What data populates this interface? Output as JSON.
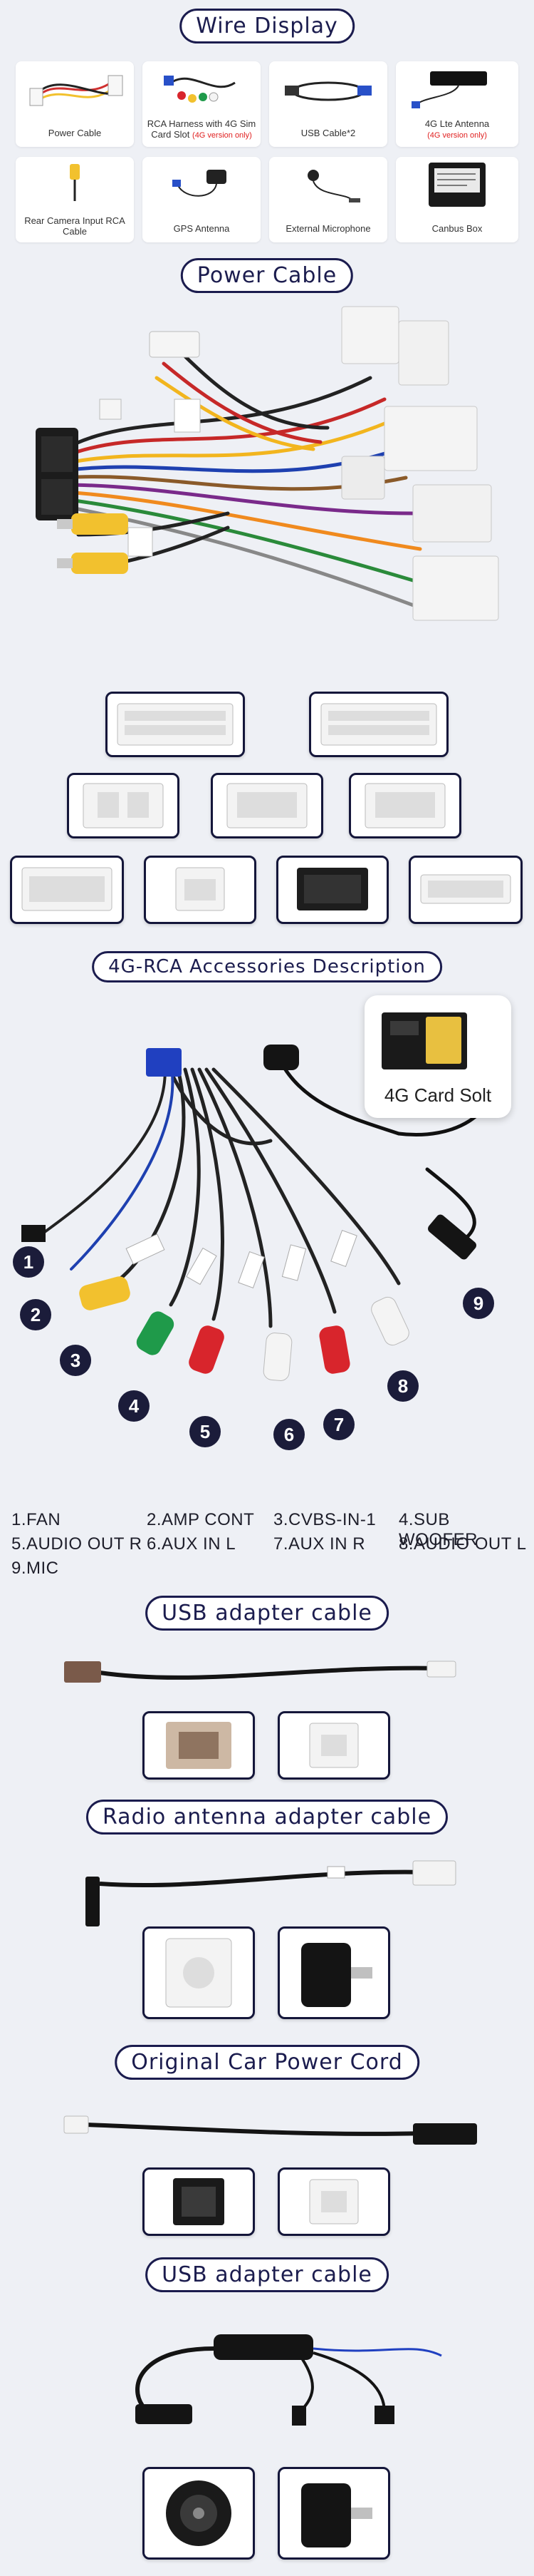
{
  "sections": {
    "wire_display": "Wire Display",
    "power_cable": "Power Cable",
    "rca_description": "4G-RCA Accessories Description",
    "usb_adapter_1": "USB adapter cable",
    "radio_antenna": "Radio antenna adapter cable",
    "original_power": "Original Car Power Cord",
    "usb_adapter_2": "USB adapter cable"
  },
  "wire_items": [
    {
      "label": "Power Cable",
      "note": ""
    },
    {
      "label": "RCA Harness with 4G Sim Card Slot",
      "note": "(4G version only)"
    },
    {
      "label": "USB Cable*2",
      "note": ""
    },
    {
      "label": "4G Lte Antenna",
      "note": "(4G version only)"
    },
    {
      "label": "Rear Camera Input RCA Cable",
      "note": ""
    },
    {
      "label": "GPS Antenna",
      "note": ""
    },
    {
      "label": "External Microphone",
      "note": ""
    },
    {
      "label": "Canbus Box",
      "note": ""
    }
  ],
  "card_slot_label": "4G Card Solt",
  "rca_numbers": [
    "1",
    "2",
    "3",
    "4",
    "5",
    "6",
    "7",
    "8",
    "9"
  ],
  "rca_legend": [
    "1.FAN",
    "2.AMP CONT",
    "3.CVBS-IN-1",
    "4.SUB WOOFER",
    "5.AUDIO OUT R",
    "6.AUX IN L",
    "7.AUX IN R",
    "8.AUDIO OUT L",
    "9.MIC"
  ],
  "colors": {
    "accent": "#1b1c4e",
    "background": "#eef0f5",
    "note_red": "#e02020",
    "rca_yellow": "#f2c12e",
    "rca_red": "#d8252c",
    "rca_white": "#f4f4f4",
    "rca_green": "#1f9a4a"
  }
}
